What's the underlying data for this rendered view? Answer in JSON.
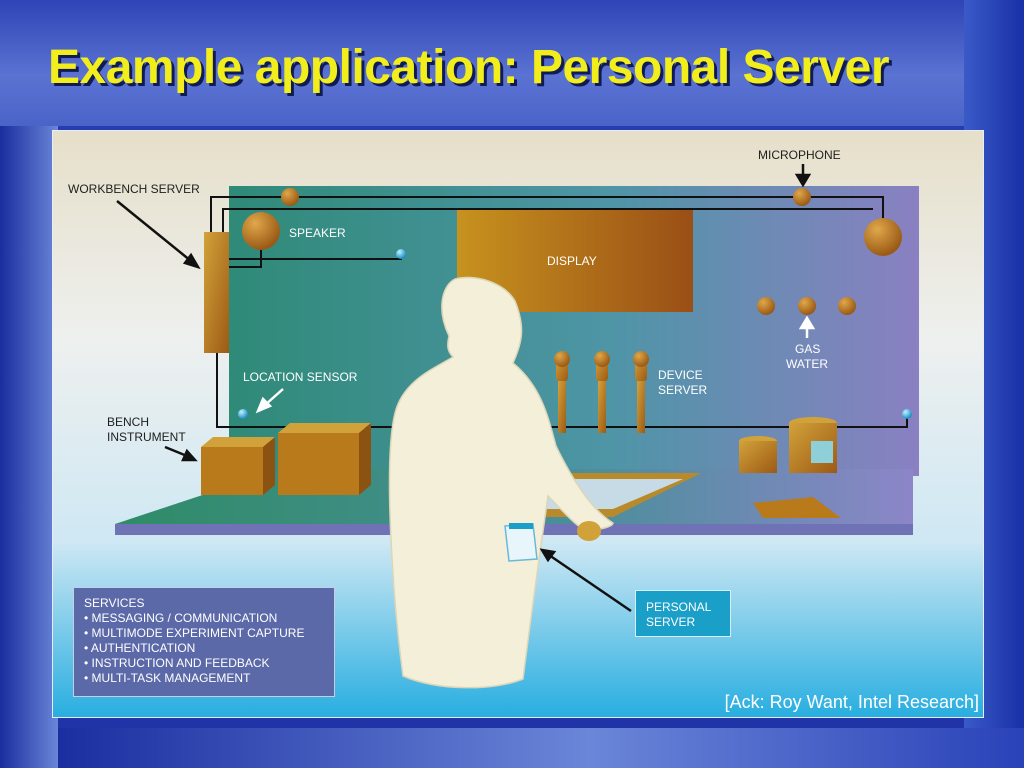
{
  "slide": {
    "title": "Example application: Personal Server",
    "acknowledgement": "[Ack: Roy Want, Intel Research]"
  },
  "diagram": {
    "labels": {
      "workbench_server": "WORKBENCH SERVER",
      "microphone": "MICROPHONE",
      "speaker": "SPEAKER",
      "display": "DISPLAY",
      "gas": "GAS",
      "water": "WATER",
      "location_sensor": "LOCATION SENSOR",
      "device_server_line1": "DEVICE",
      "device_server_line2": "SERVER",
      "bench_instrument_line1": "BENCH",
      "bench_instrument_line2": "INSTRUMENT",
      "personal_server_line1": "PERSONAL",
      "personal_server_line2": "SERVER"
    },
    "services": {
      "heading": "SERVICES",
      "items": [
        "• MESSAGING / COMMUNICATION",
        "• MULTIMODE EXPERIMENT CAPTURE",
        "• AUTHENTICATION",
        "• INSTRUCTION AND FEEDBACK",
        "• MULTI-TASK MANAGEMENT"
      ]
    }
  },
  "colors": {
    "title": "#f2ee1c",
    "board": "#2f8a78",
    "device": "#b97a1c",
    "personal_server_box": "#1aa0c8",
    "services_box": "#5c69a8"
  }
}
